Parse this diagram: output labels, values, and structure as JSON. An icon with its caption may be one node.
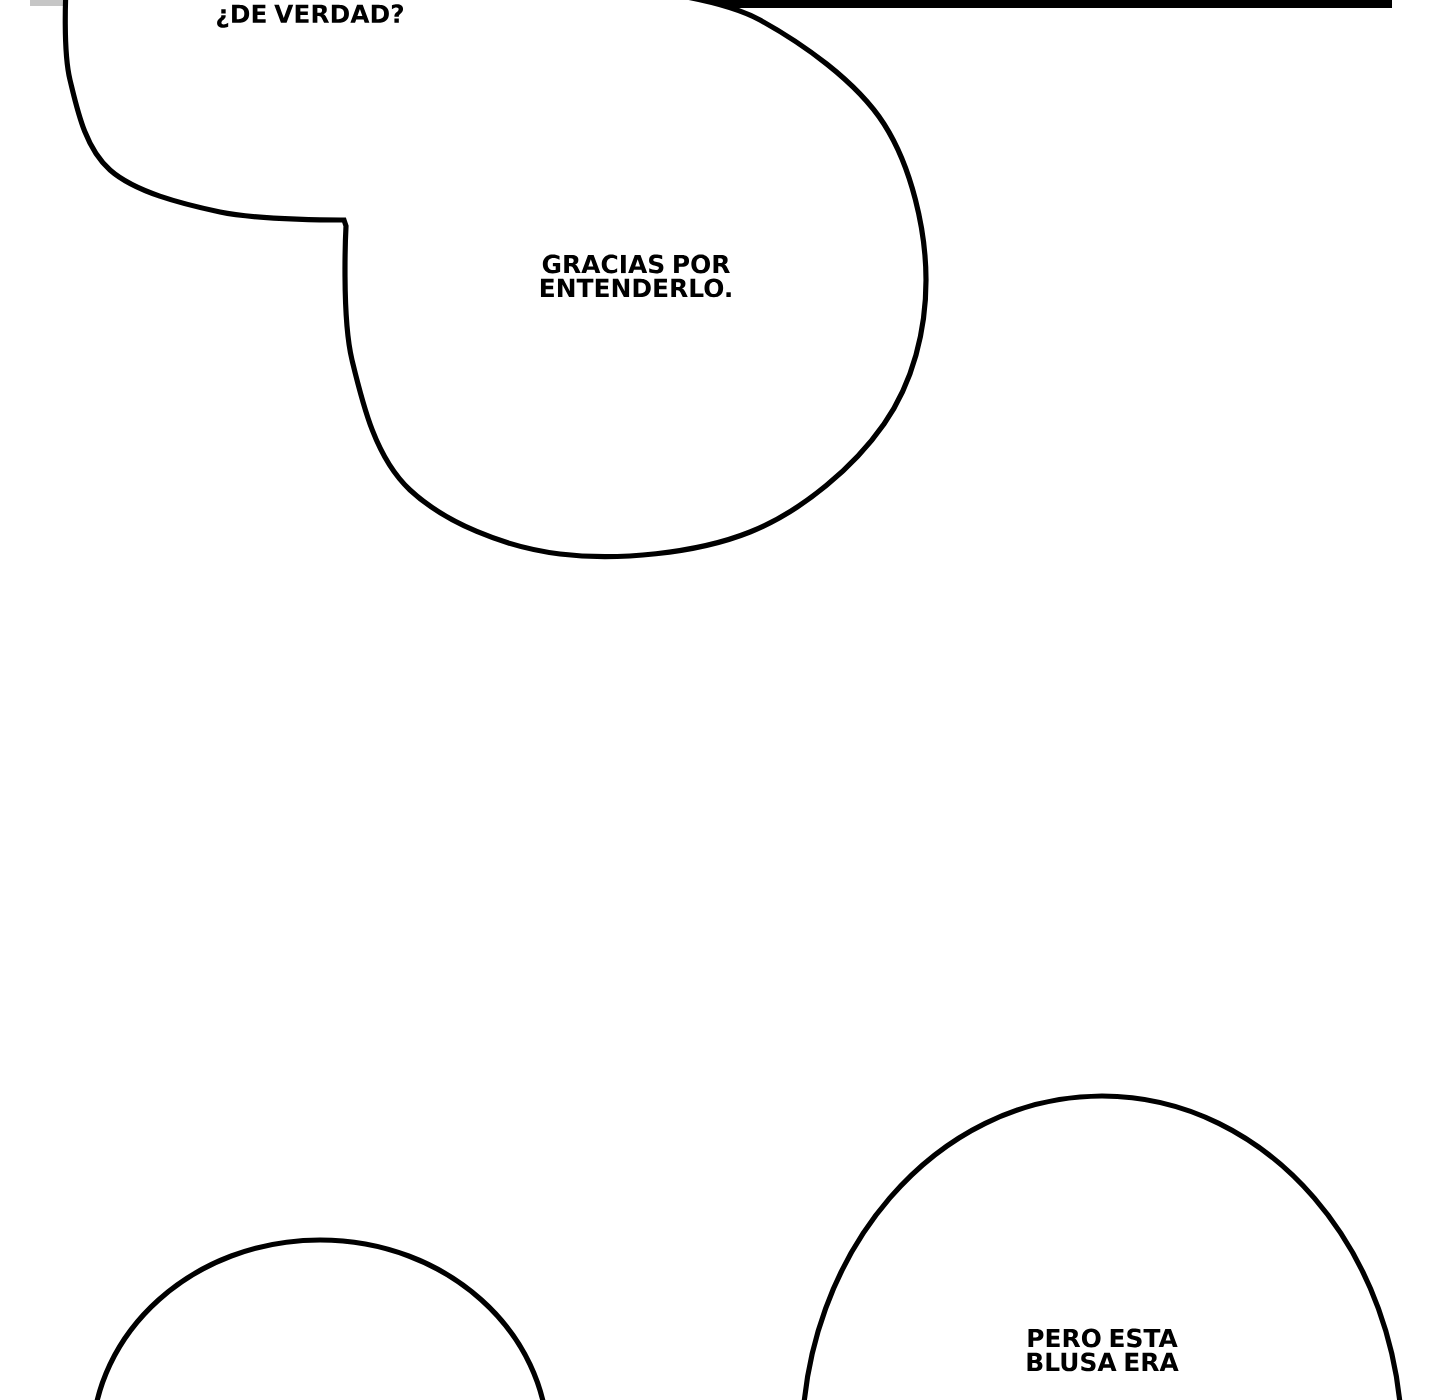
{
  "diagram": {
    "nodes": [
      {
        "text": [
          "¿DE VERDAD?",
          "GRACIAS POR ENTENDERLO."
        ]
      },
      {
        "text": [
          "PERO ESTA BLUSA ERA"
        ]
      },
      {
        "text": [],
        "shape": "circle"
      }
    ]
  }
}
